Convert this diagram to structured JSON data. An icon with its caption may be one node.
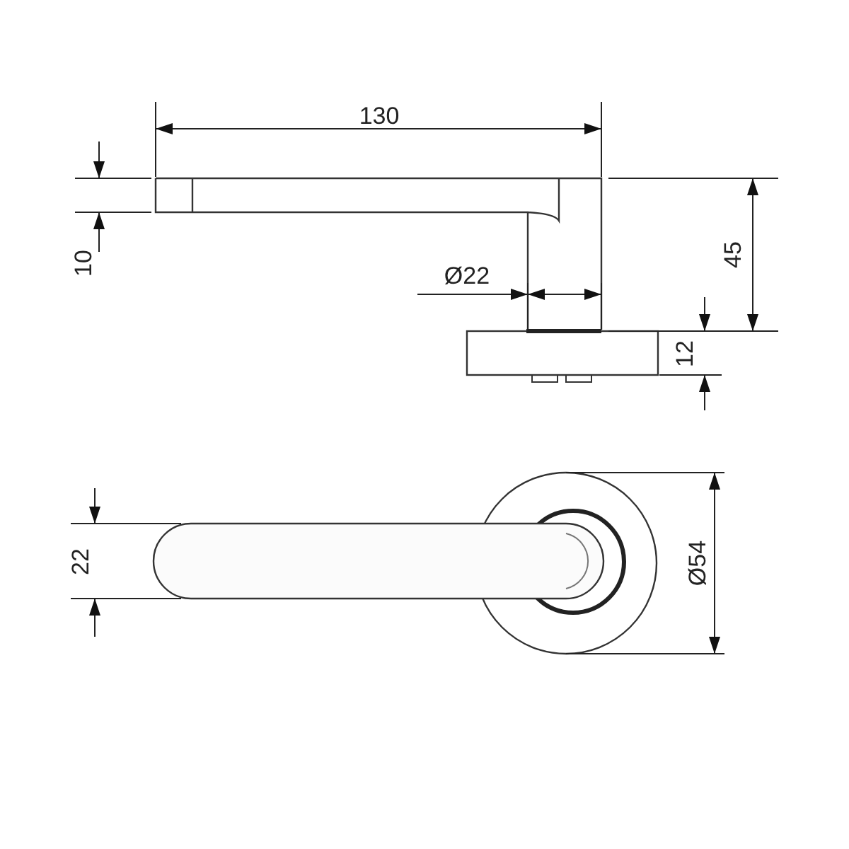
{
  "diagram": {
    "labels": [
      "130",
      "10",
      "45",
      "Ø22",
      "12",
      "22",
      "Ø54"
    ]
  }
}
